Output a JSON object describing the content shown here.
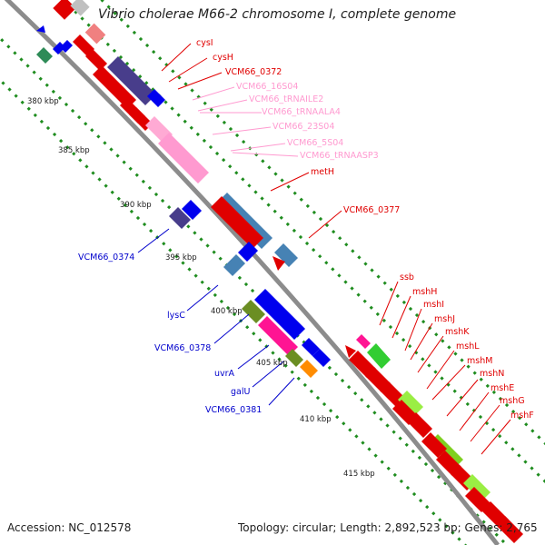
{
  "title": "Vibrio cholerae M66-2 chromosome I, complete genome",
  "footer": {
    "accession": "Accession: NC_012578",
    "summary": "Topology: circular; Length: 2,892,523 bp; Genes: 2,765"
  },
  "colors": {
    "backbone": "#8c8c8c",
    "tick_dots": "#1e8c1e",
    "label_red": "#e00000",
    "label_blue": "#0000cc",
    "label_pink": "#ff9ad0"
  },
  "ticks": [
    "380 kbp",
    "385 kbp",
    "390 kbp",
    "395 kbp",
    "400 kbp",
    "405 kbp",
    "410 kbp",
    "415 kbp"
  ],
  "red_labels": [
    "cysI",
    "cysH",
    "VCM66_0372",
    "metH",
    "VCM66_0377",
    "ssb",
    "mshH",
    "mshI",
    "mshJ",
    "mshK",
    "mshL",
    "mshM",
    "mshN",
    "mshE",
    "mshG",
    "mshF"
  ],
  "pink_labels": [
    "VCM66_16S04",
    "VCM66_tRNAILE2",
    "VCM66_tRNAALA4",
    "VCM66_23S04",
    "VCM66_5S04",
    "VCM66_tRNAASP3"
  ],
  "blue_labels": [
    "VCM66_0374",
    "lysC",
    "VCM66_0378",
    "uvrA",
    "galU",
    "VCM66_0381"
  ]
}
